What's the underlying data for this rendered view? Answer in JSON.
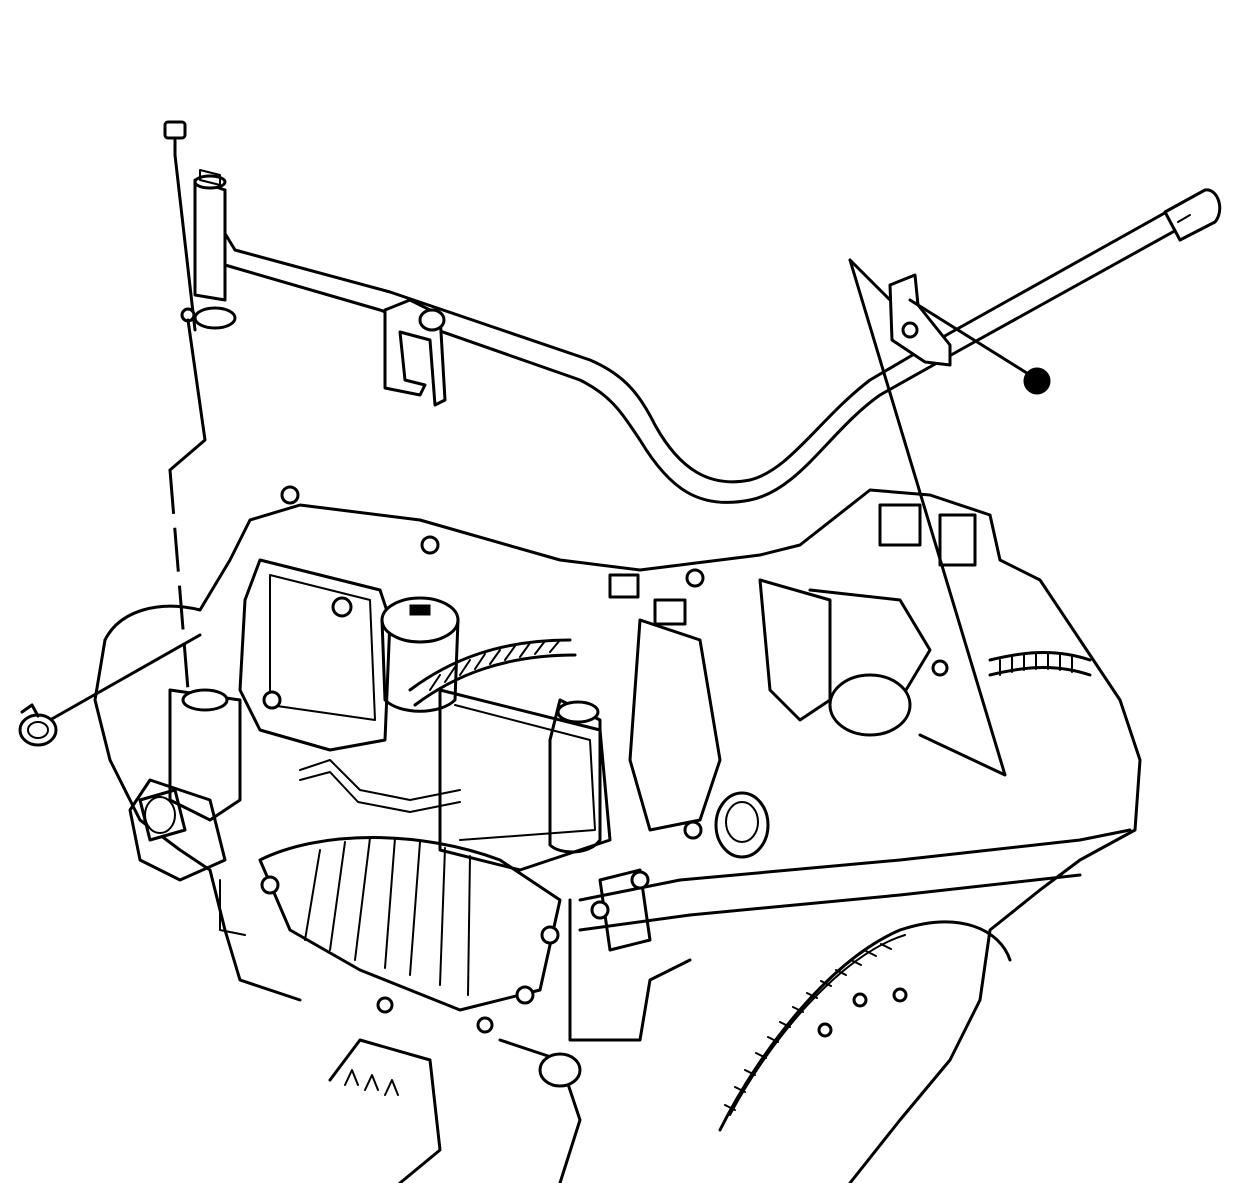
{
  "diagram": {
    "subject": "heater-inlet-pipe-installation",
    "parts": [
      "bolt",
      "heater-pipe",
      "pipe-clip",
      "mounting-bracket",
      "nut",
      "hose-clamp",
      "engine-assembly"
    ],
    "colors": {
      "line": "#000000",
      "background": "#ffffff"
    }
  }
}
